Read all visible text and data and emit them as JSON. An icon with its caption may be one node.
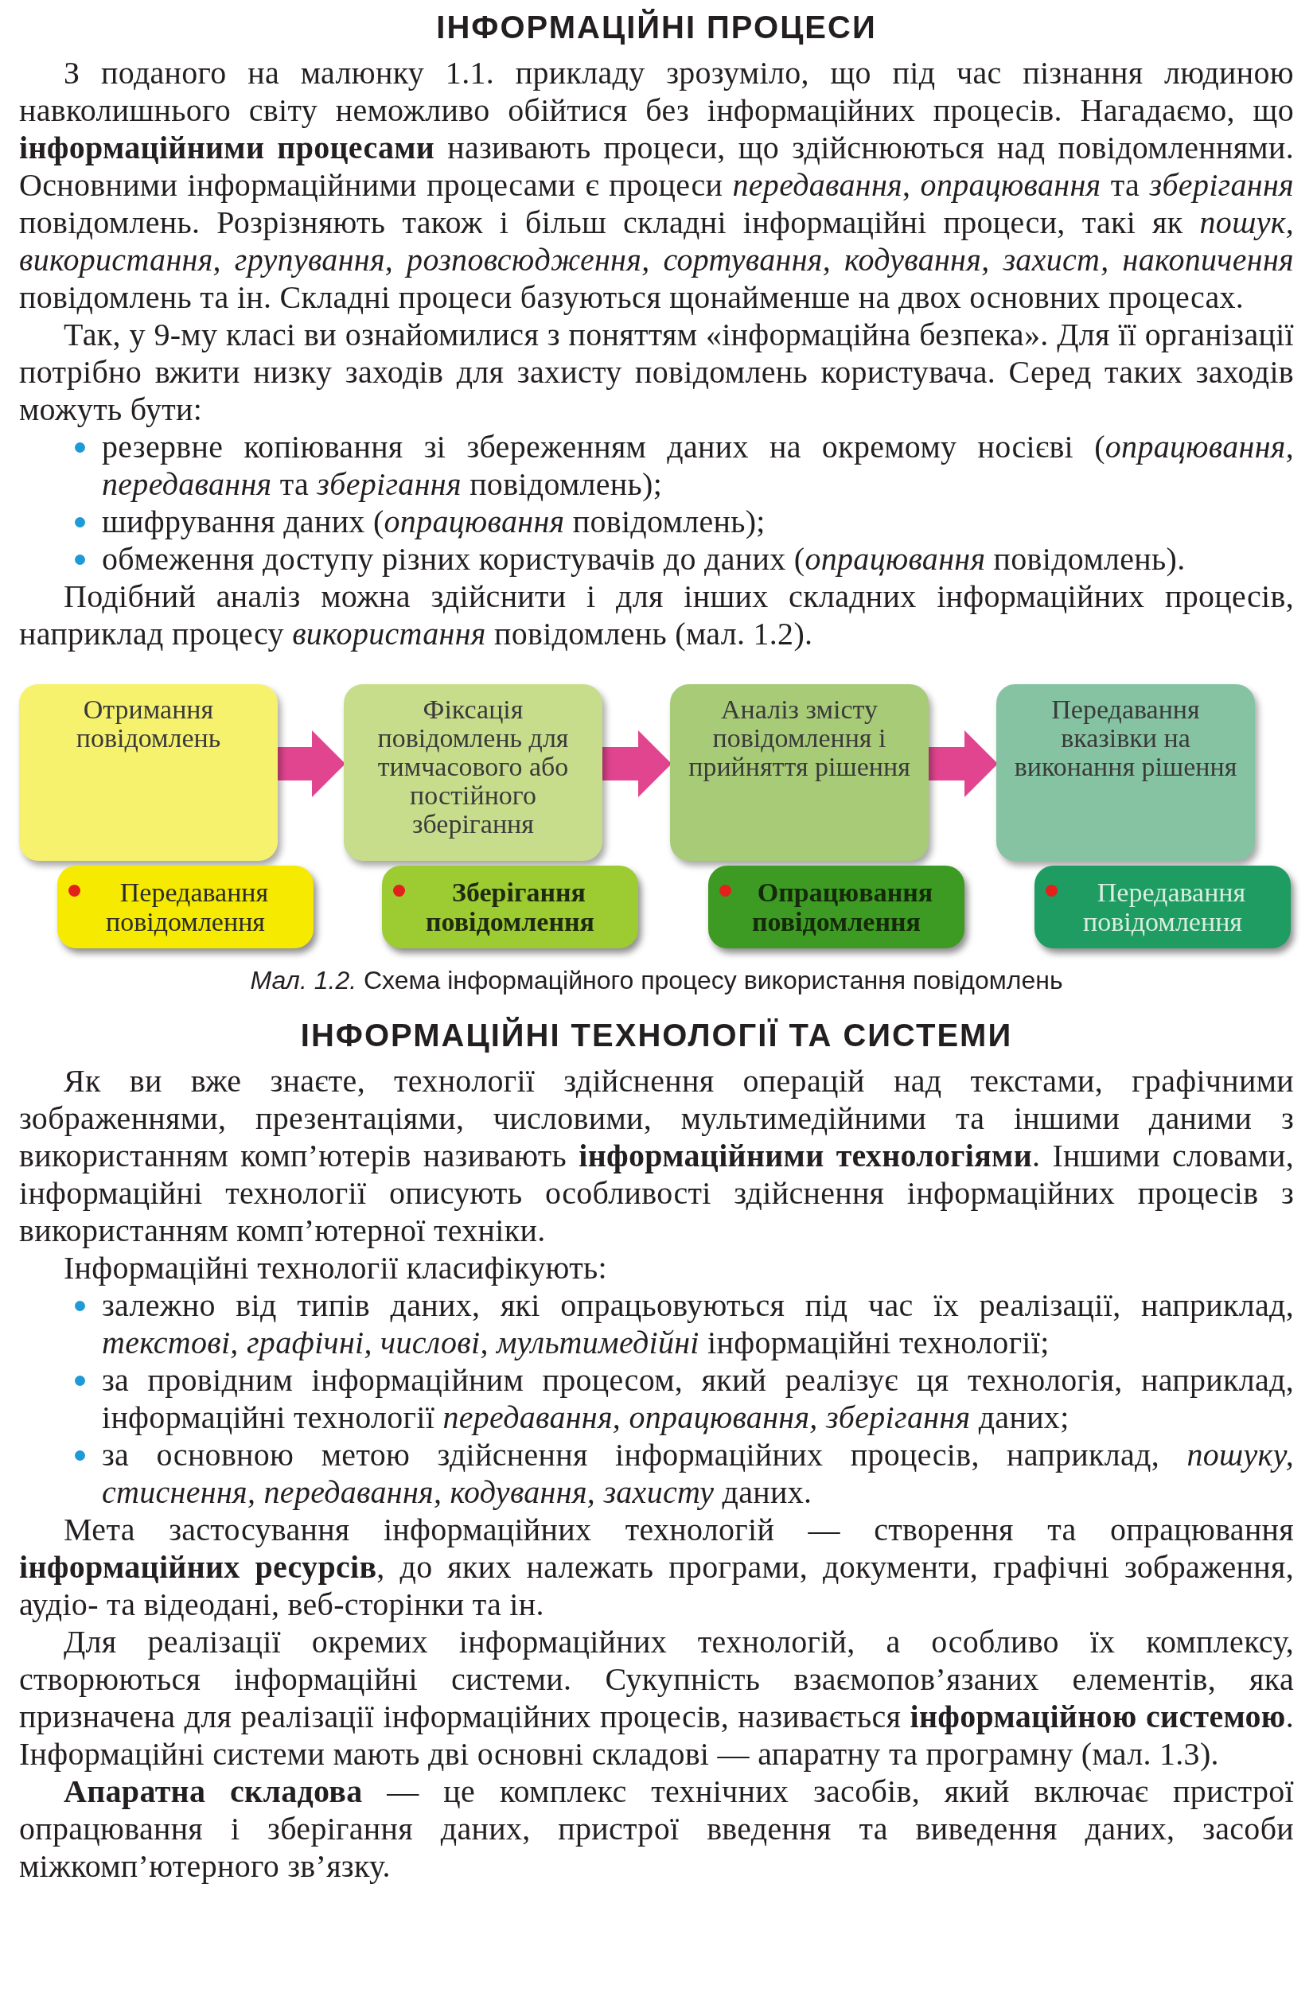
{
  "diagram": {
    "title": "ІНФОРМАЦІЙНІ ПРОЦЕСИ",
    "caption": "*Мал. 1.2.* Схема інформаційного процесу використання повідомлень",
    "nodes": [
      {
        "text": [
          "Отримання повідомлень"
        ]
      },
      {
        "text": [
          "Передавання повідомлення"
        ]
      },
      {
        "text": [
          "Фіксація повідомлень для тимчасового або постійного зберігання"
        ]
      },
      {
        "text": [
          "Зберігання повідомлення"
        ]
      },
      {
        "text": [
          "Аналіз змісту повідомлення і прийняття рішення"
        ]
      },
      {
        "text": [
          "Опрацювання повідомлення"
        ]
      },
      {
        "text": [
          "Передавання вказівки на виконання рішення"
        ]
      },
      {
        "text": [
          "Передавання повідомлення"
        ]
      }
    ],
    "edges": [
      {
        "from": 0,
        "to": 2,
        "arrow": "to"
      },
      {
        "from": 2,
        "to": 4,
        "arrow": "to"
      },
      {
        "from": 4,
        "to": 6,
        "arrow": "to"
      }
    ],
    "labels": [
      "З поданого на малюнку 1.1. прикладу зрозуміло, що під час пізнання людиною навколишнього світу неможливо обійтися без інформаційних процесів. Нагадаємо, що **інформаційними процесами** називають процеси, що здійснюються над повідомленнями. Основними інформаційними процесами є процеси *передавання*, *опрацювання* та *зберігання* повідомлень. Розрізняють також і більш складні інформаційні процеси, такі як *пошук, використання, групування, розповсюдження, сортування, кодування, захист, накопичення* повідомлень та ін. Складні процеси базуються щонайменше на двох основних процесах.",
      "Так, у 9-му класі ви ознайомилися з поняттям «інформаційна безпека». Для її організації потрібно вжити низку заходів для захисту повідомлень користувача. Серед таких заходів можуть бути:",
      "резервне копіювання зі збереженням даних на окремому носієві (*опрацювання, передавання* та *зберігання* повідомлень);",
      "шифрування даних (*опрацювання* повідомлень);",
      "обмеження доступу різних користувачів до даних (*опрацювання* повідомлень).",
      "Подібний аналіз можна здійснити і для інших складних інформаційних процесів, наприклад процесу *використання* повідомлень (мал. 1.2).",
      "ІНФОРМАЦІЙНІ ТЕХНОЛОГІЇ ТА СИСТЕМИ",
      "Як ви вже знаєте, технології здійснення операцій над текстами, графічними зображеннями, презентаціями, числовими, мультимедійними та іншими даними з використанням комп’ютерів називають **інформаційними технологіями**. Іншими словами, інформаційні технології описують особливості здійснення інформаційних процесів з використанням комп’ютерної техніки.",
      "Інформаційні технології класифікують:",
      "залежно від типів даних, які опрацьовуються під час їх реалізації, наприклад, *текстові, графічні, числові, мультимедійні* інформаційні технології;",
      "за провідним інформаційним процесом, який реалізує ця технологія, наприклад, інформаційні технології *передавання, опрацювання, зберігання* даних;",
      "за основною метою здійснення інформаційних процесів, наприклад, *пошуку, стиснення, передавання, кодування, захисту* даних.",
      "Мета застосування інформаційних технологій — створення та опрацювання **інформаційних ресурсів**, до яких належать програми, документи, графічні зображення, аудіо- та відеодані, веб-сторінки та ін.",
      "Для реалізації окремих інформаційних технологій, а особливо їх комплексу, створюються інформаційні системи. Сукупність взаємопов’язаних елементів, яка призначена для реалізації інформаційних процесів, називається **інформаційною системою**. Інформаційні системи мають дві основні складові — апаратну та програмну (мал. 1.3).",
      "**Апаратна складова** — це комплекс технічних засобів, який включає пристрої опрацювання і зберігання даних, пристрої введення та виведення даних, засоби міжкомп’ютерного зв’язку."
    ]
  }
}
